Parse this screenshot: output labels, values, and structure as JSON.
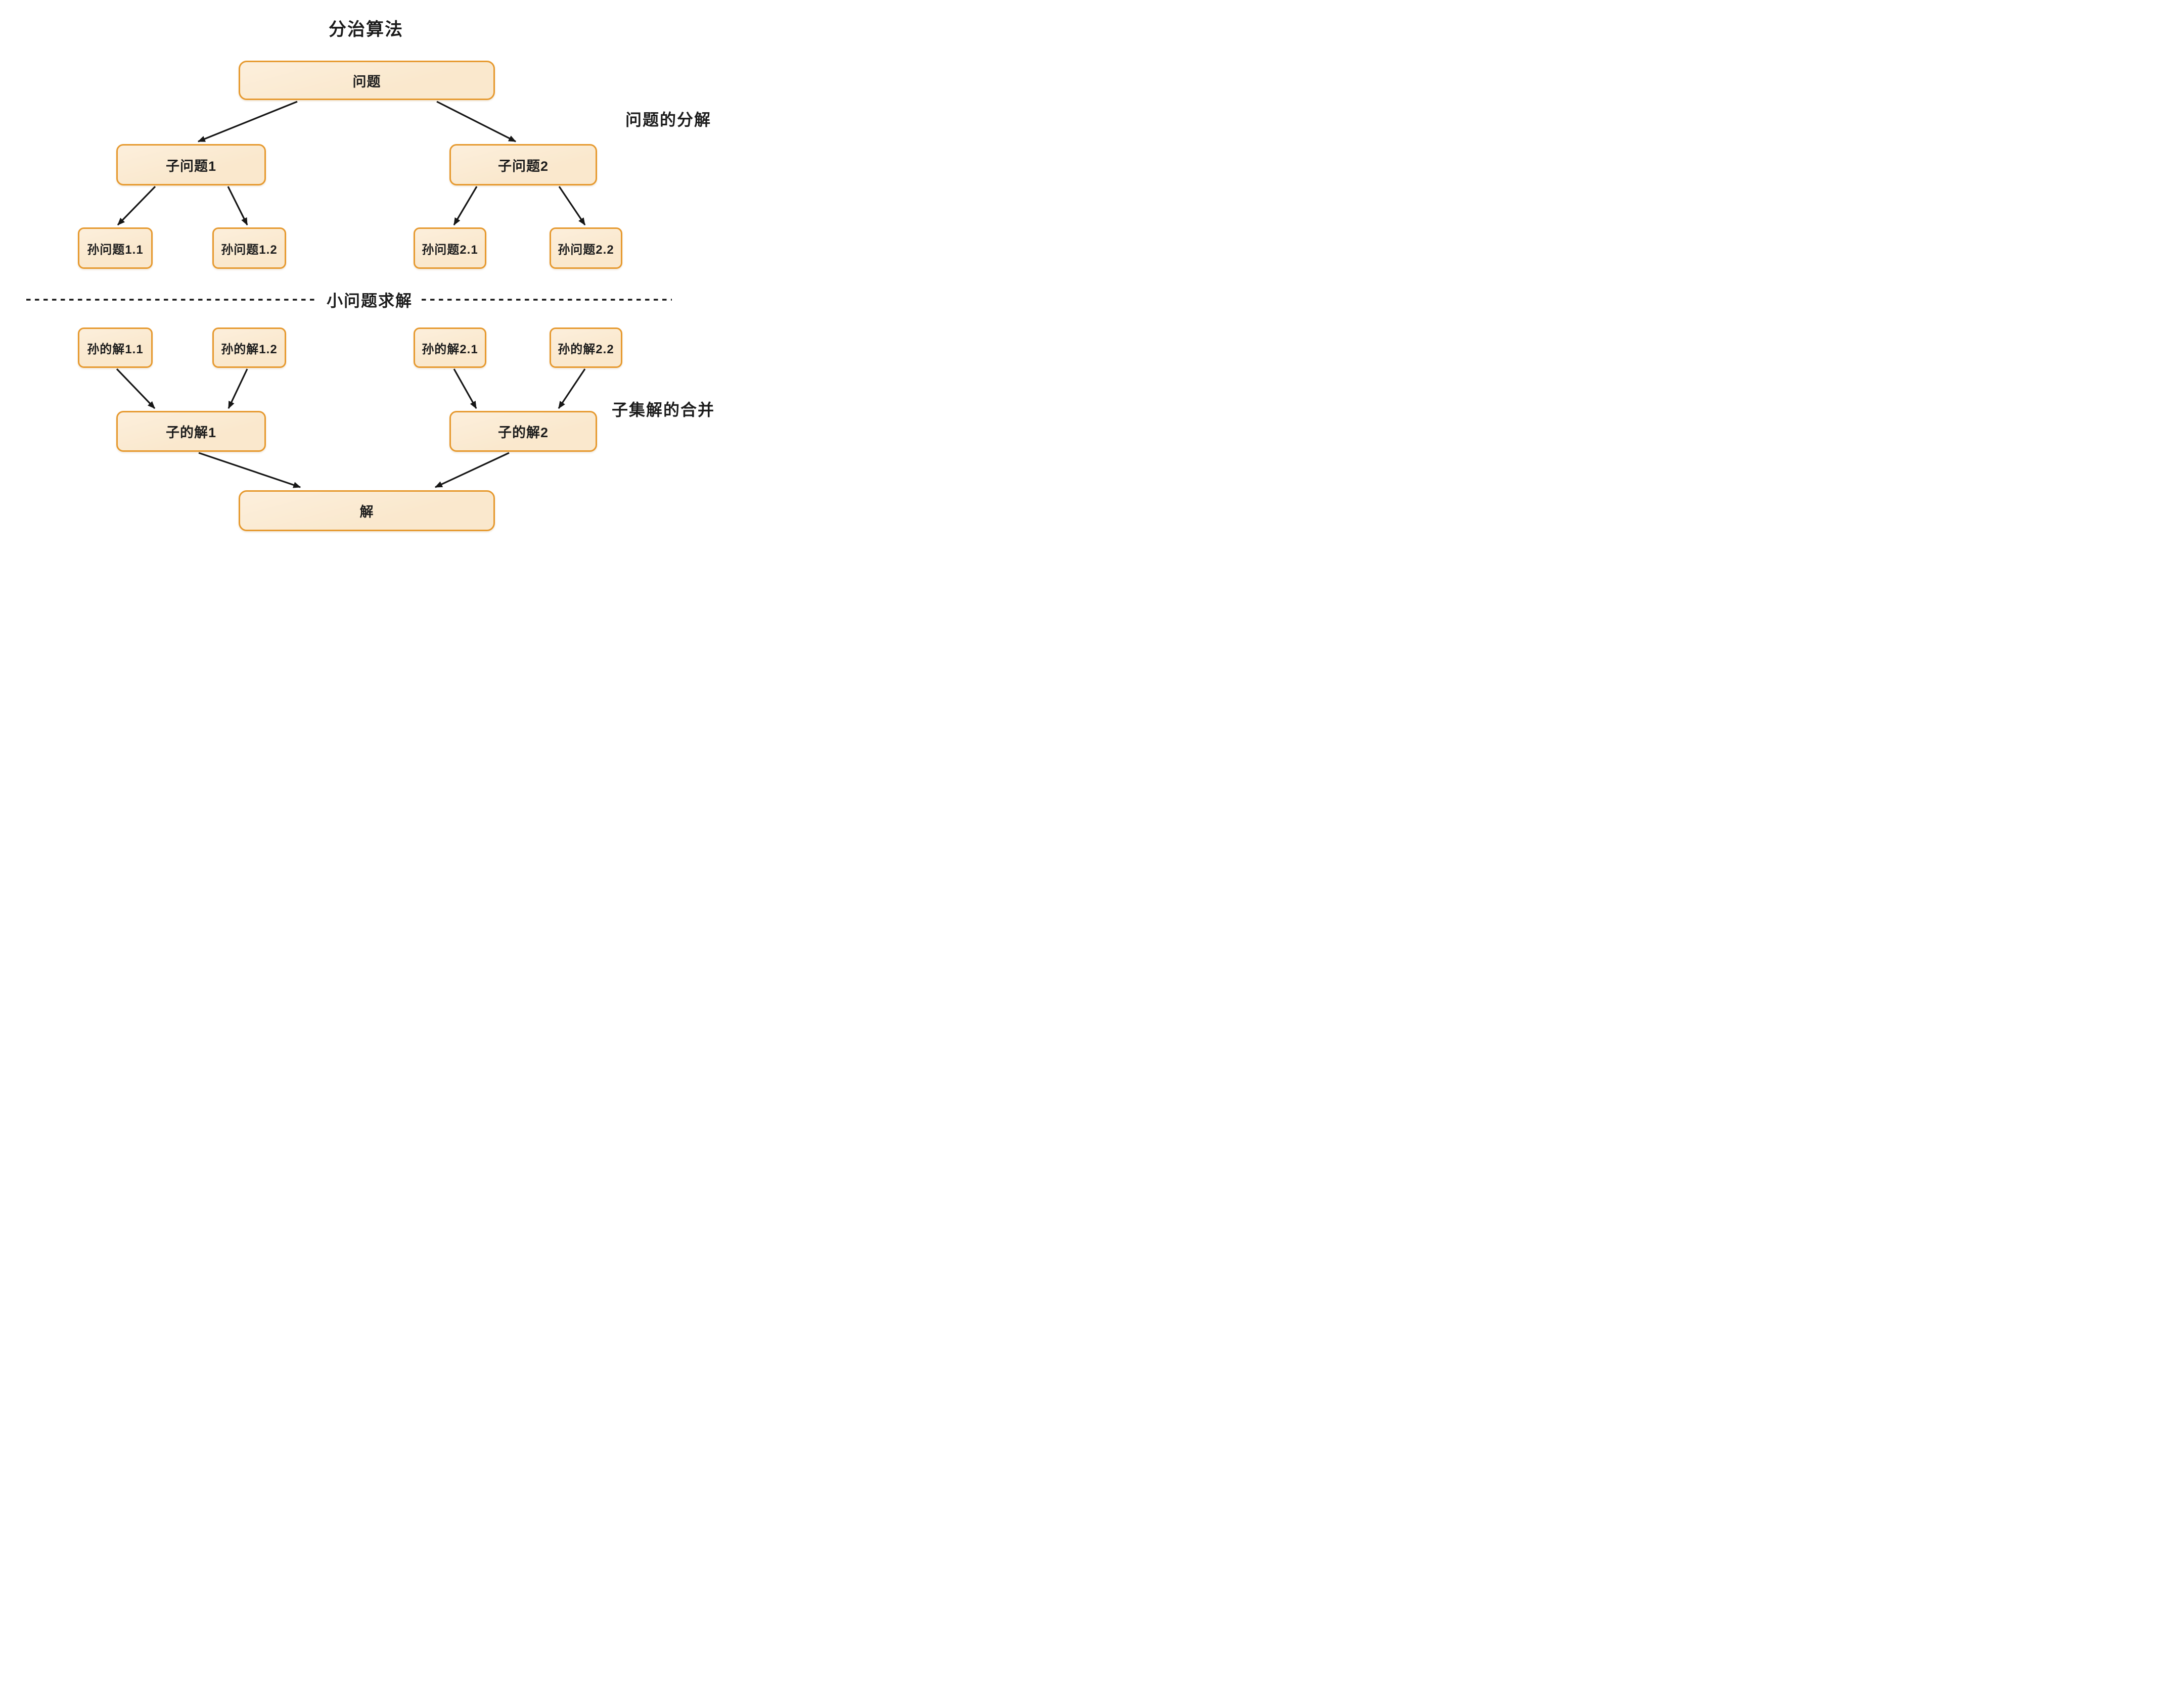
{
  "title": "分治算法",
  "stage_labels": {
    "decomposition": "问题的分解",
    "small_problem_solving": "小问题求解",
    "merge": "子集解的合并"
  },
  "nodes": {
    "problem": {
      "label": "问题"
    },
    "subproblem1": {
      "label": "子问题1"
    },
    "subproblem2": {
      "label": "子问题2"
    },
    "grandproblem11": {
      "label": "孙问题1.1"
    },
    "grandproblem12": {
      "label": "孙问题1.2"
    },
    "grandproblem21": {
      "label": "孙问题2.1"
    },
    "grandproblem22": {
      "label": "孙问题2.2"
    },
    "grandsolution11": {
      "label": "孙的解1.1"
    },
    "grandsolution12": {
      "label": "孙的解1.2"
    },
    "grandsolution21": {
      "label": "孙的解2.1"
    },
    "grandsolution22": {
      "label": "孙的解2.2"
    },
    "subsolution1": {
      "label": "子的解1"
    },
    "subsolution2": {
      "label": "子的解2"
    },
    "solution": {
      "label": "解"
    }
  },
  "edges": [
    {
      "from": "problem",
      "to": "subproblem1"
    },
    {
      "from": "problem",
      "to": "subproblem2"
    },
    {
      "from": "subproblem1",
      "to": "grandproblem11"
    },
    {
      "from": "subproblem1",
      "to": "grandproblem12"
    },
    {
      "from": "subproblem2",
      "to": "grandproblem21"
    },
    {
      "from": "subproblem2",
      "to": "grandproblem22"
    },
    {
      "from": "grandsolution11",
      "to": "subsolution1"
    },
    {
      "from": "grandsolution12",
      "to": "subsolution1"
    },
    {
      "from": "grandsolution21",
      "to": "subsolution2"
    },
    {
      "from": "grandsolution22",
      "to": "subsolution2"
    },
    {
      "from": "subsolution1",
      "to": "solution"
    },
    {
      "from": "subsolution2",
      "to": "solution"
    }
  ],
  "colors": {
    "node_fill": "#FAE8CD",
    "node_fill_light": "#FCEFDC",
    "node_border": "#E6992E",
    "text": "#1C1C1C",
    "arrow": "#161616",
    "background": "#FFFFFF"
  }
}
